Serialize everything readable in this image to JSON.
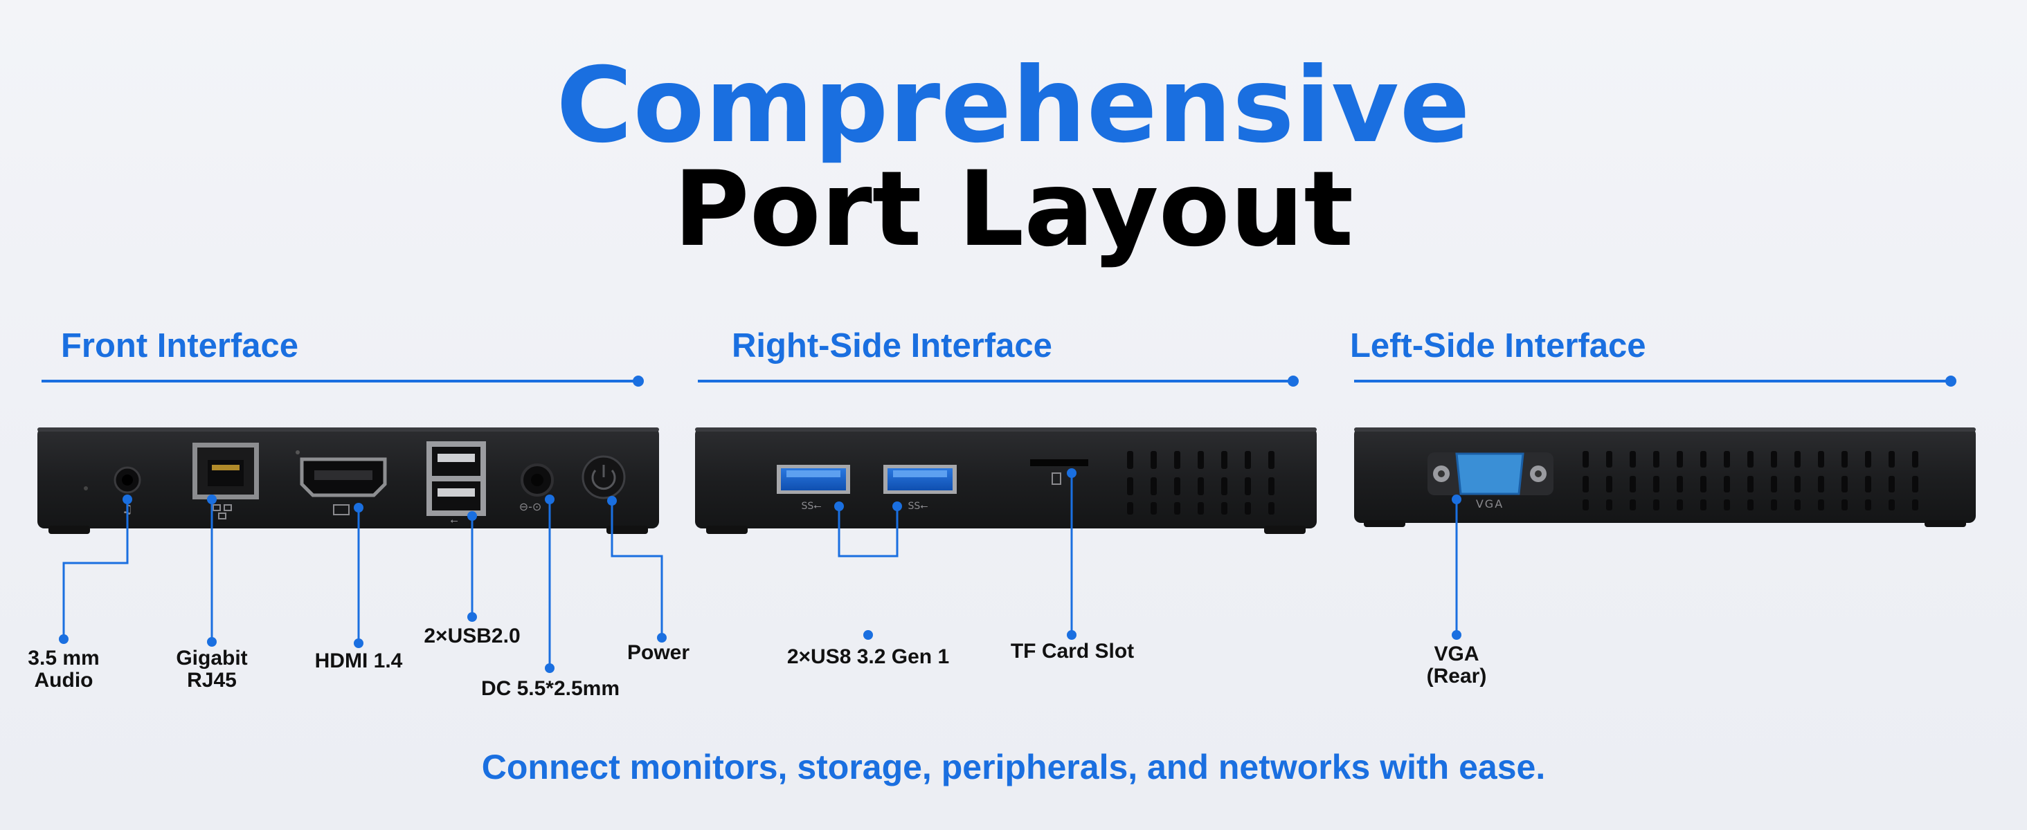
{
  "colors": {
    "accent": "#1a6fe0",
    "device_body": "#1b1c1e",
    "text_dark": "#111111",
    "vga_blue": "#3a8fd6"
  },
  "header": {
    "title_line1": "Comprehensive",
    "title_line2": "Port Layout"
  },
  "sections": {
    "front": "Front Interface",
    "right": "Right-Side Interface",
    "left": "Left-Side Interface"
  },
  "ports": {
    "audio": [
      "3.5 mm",
      "Audio"
    ],
    "rj45": [
      "Gigabit",
      "RJ45"
    ],
    "hdmi": "HDMI 1.4",
    "usb2": "2×USB2.0",
    "dc": "DC 5.5*2.5mm",
    "power": "Power",
    "usb3": "2×US8 3.2 Gen 1",
    "tf": "TF Card Slot",
    "vga": [
      "VGA",
      "(Rear)"
    ]
  },
  "device_markings": {
    "vga_text": "VGA",
    "usb3_mark": "SS⭠",
    "usb2_mark": "⭠"
  },
  "tagline": "Connect monitors, storage, peripherals, and networks with ease."
}
